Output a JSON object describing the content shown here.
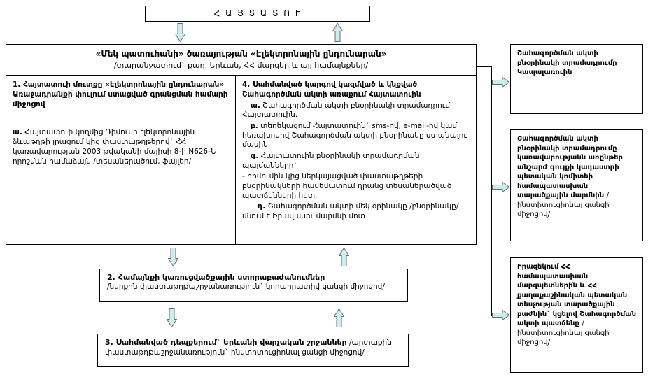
{
  "applicant_box": {
    "label": "Հ Ա Յ Տ Ա Տ Ո Ւ"
  },
  "main_box": {
    "title": "«Մեկ պատուհանի» ծառայության «Էլեկտրոնային ընդունարան»",
    "subtitle": "/տարանջատում` քաղ. Երևան, ՀՀ մարզեր և այլ համայնքներ/",
    "left_column": {
      "heading": "1. Հայտատուի մուտքը «Էլեկտրոնային ընդունարան» Առաջադրանքի փուլում ստացված գրանցման համարի միջոցով",
      "item_label": "ա.",
      "item_text": " Հայտատուի կողմից Դիմումի էլեկտրոնային ձևաթղթի լրացում կից փաստաթղթերով` ՀՀ կառավարության 2003 թվականի մայիսի 8-ի N626-Ն որոշման համաձայն /տեսաներածում, ֆայլեր/"
    },
    "right_column": {
      "heading": "4. Սահմանված կարգով  կազմված և կնքված Շահագործման ակտի առաքում Հայտատուին",
      "items": [
        {
          "label": "ա.",
          "text": " Շահագործման ակտի բնօրինակի տրամադրում Հայտատուին."
        },
        {
          "label": "բ.",
          "text": " տեղեկացում Հայտատուին` sms-ով, e-mail-ով կամ հեռախոսով Շահագործման ակտի բնօրինակը ստանալու մասին."
        },
        {
          "label": "գ.",
          "text": " Հայտատուին բնօրինակի տրամադրման պայմանները`"
        },
        {
          "label": "-",
          "text": " դիմումին կից ներկայացված փաստաթղթերի բնօրինակների համեմատում դրանց տեսաներածված պատճենների հետ."
        },
        {
          "label": "դ.",
          "text": " Շահագործման ակտի մեկ օրինակը /բնօրինակը/ մնում է Իրավասու մարմնի մոտ"
        }
      ]
    }
  },
  "box2": {
    "heading": "2. Համայնքի կառուցվածքային ստորաբաժանումներ",
    "subtitle": "/ներքին փաստաթղթաշրջանառություն` կորպորատիվ ցանցի միջոցով/"
  },
  "box3": {
    "heading": "3. Սահմանված դեպքերում` Երևանի վարչական շրջաններ",
    "subtitle": " /արտաքին փաստաթղթաշրջանառություն` ինստիտուցիոնալ ցանցի միջոցով/"
  },
  "right_boxes": [
    {
      "text": "Շահագործման ակտի բնօրինակի տրամադրումը Կապալառուին",
      "note": ""
    },
    {
      "text": "Շահագործման ակտի բնօրինակի տրամադրումը կառավարությանն առընթեր անշարժ գույքի կադաստրի պետական կոմիտեի համապատասխան տարածքային մարմնին ",
      "note": "/ինստիտուցիոնալ ցանցի միջոցով/"
    },
    {
      "text": "Իրազեկում ՀՀ համապատասխան մարզպետներին և ՀՀ քաղաքաշինական պետական տեսչության տարածքային բաժնին` կցելով Շահագործման ակտի պատճենը ",
      "note": "/ինստիտուցիոնալ ցանցի միջոցով/"
    }
  ],
  "colors": {
    "arrow_fill": "#c9edf0",
    "arrow_stroke": "#6b6b6b",
    "border": "#000000",
    "background": "#ffffff"
  }
}
